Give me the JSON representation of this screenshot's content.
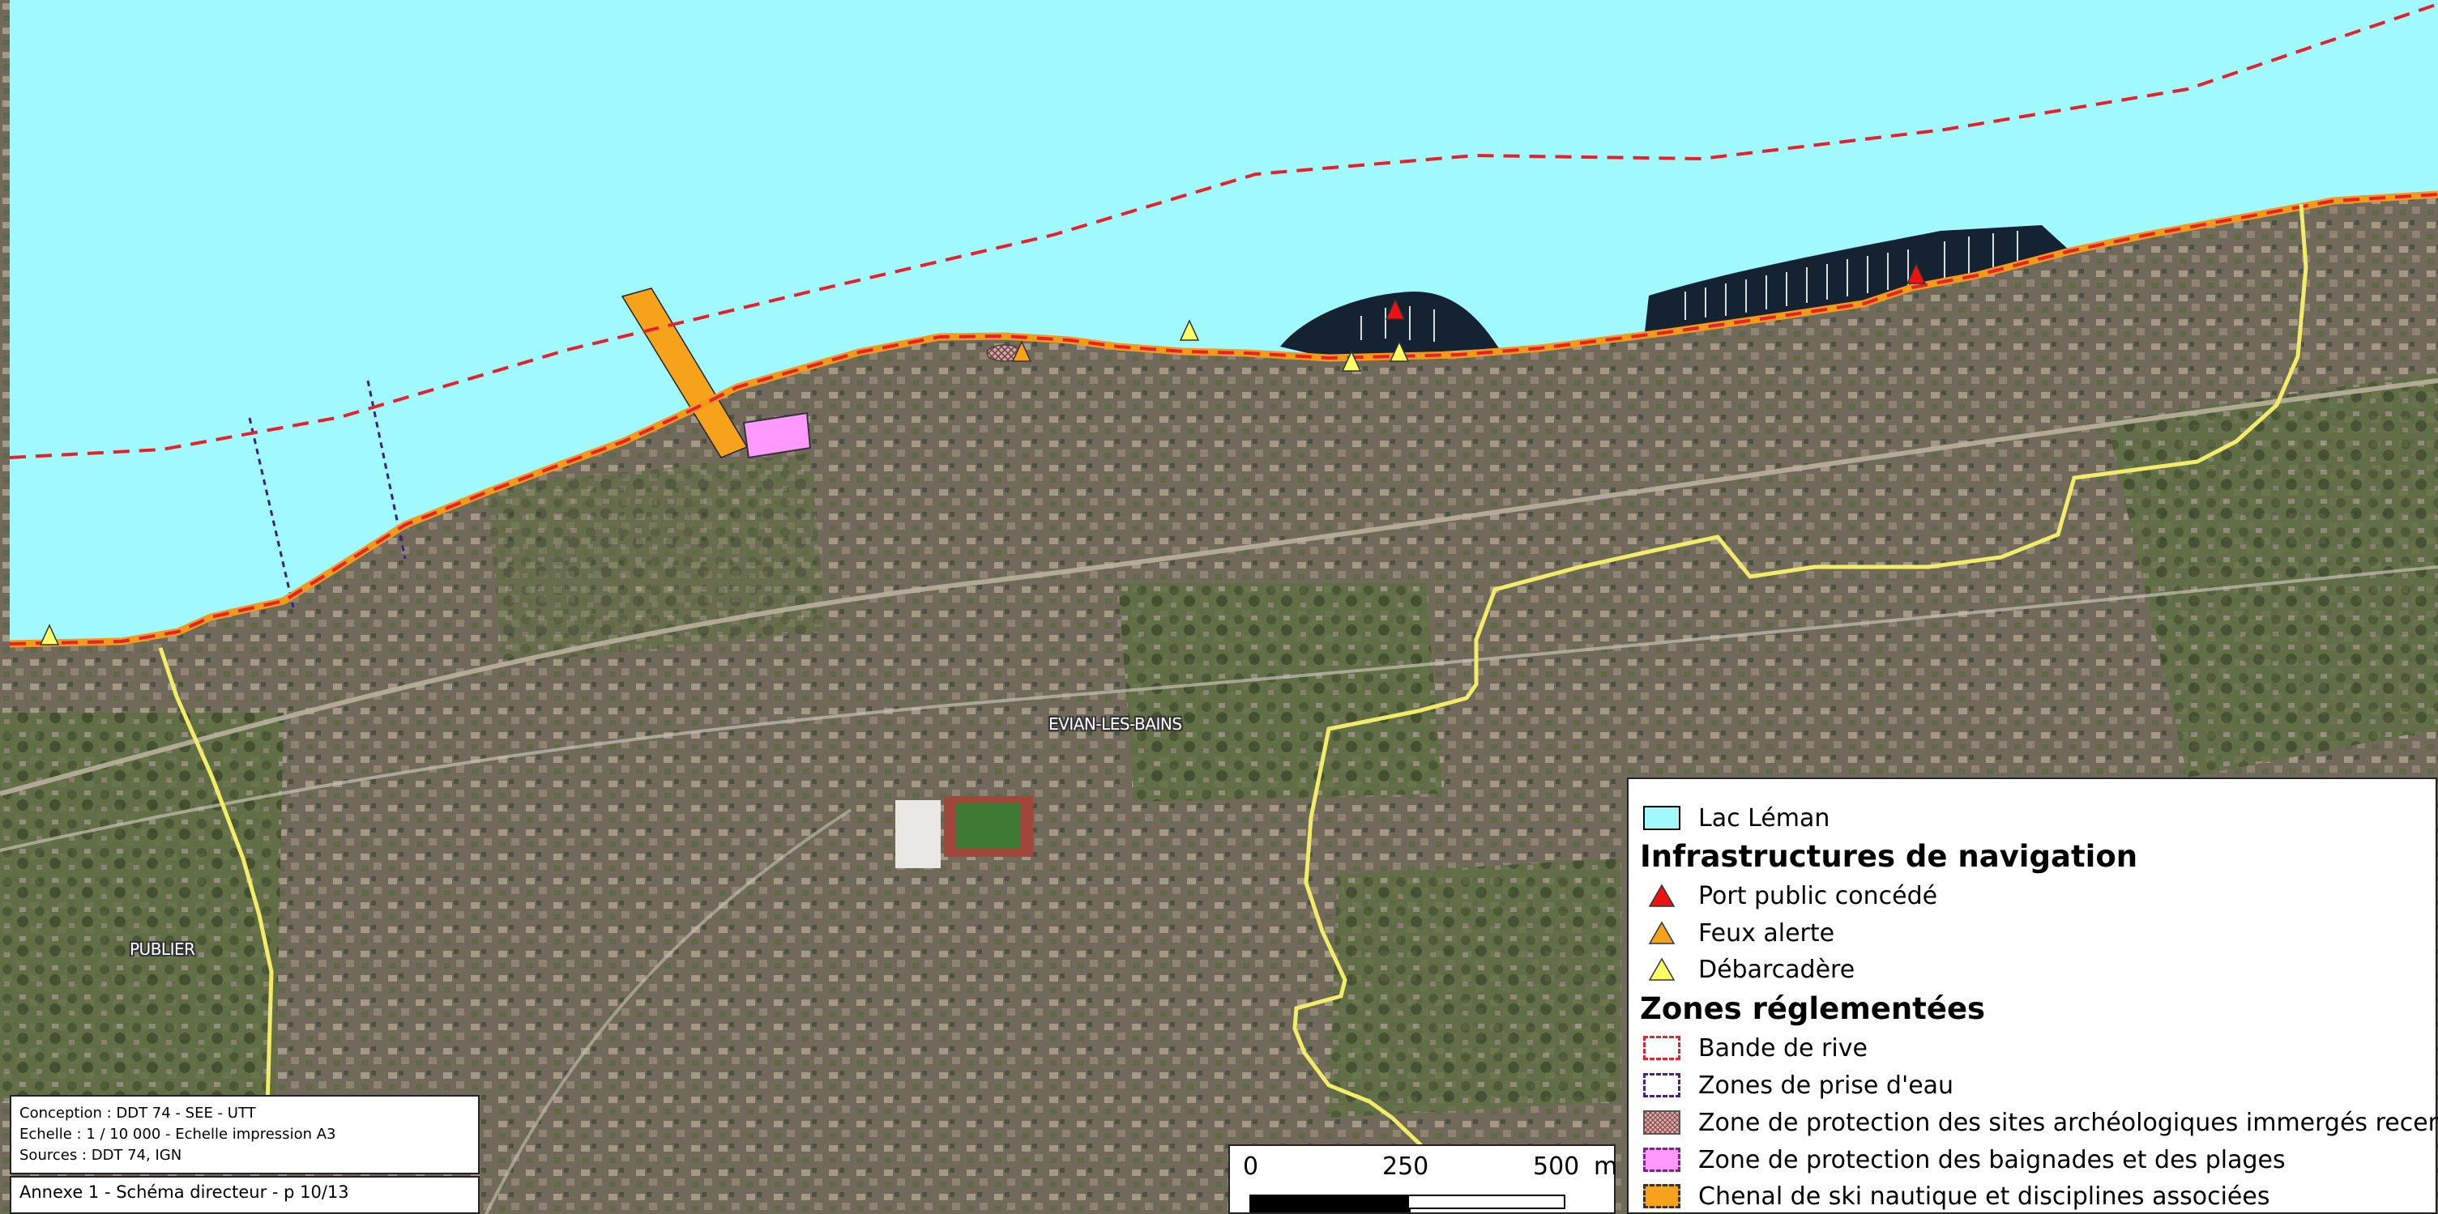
{
  "places": {
    "evian": "EVIAN-LES-BAINS",
    "publier": "PUBLIER"
  },
  "credits": {
    "line1": "Conception : DDT 74 - SEE - UTT",
    "line2": "Echelle : 1 / 10 000 - Echelle impression A3",
    "line3": "Sources : DDT 74, IGN"
  },
  "annex": "Annexe 1 - Schéma directeur - p 10/13",
  "scale": {
    "t0": "0",
    "t250": "250",
    "t500": "500",
    "unit": "m"
  },
  "legend": {
    "lac": "Lac Léman",
    "section_infra": "Infrastructures de navigation",
    "port": "Port public concédé",
    "feux": "Feux alerte",
    "debarcadere": "Débarcadère",
    "section_zones": "Zones réglementées",
    "bande": "Bande de rive",
    "prise": "Zones de prise d'eau",
    "archeo": "Zone de protection des sites archéologiques immergés recensés",
    "baignade": "Zone de protection des baignades et des plages",
    "chenal": "Chenal de ski nautique et disciplines associées"
  },
  "colors": {
    "lake": "#9ff9ff",
    "land": "#6c6656",
    "bande_de_rive": "#e8202a",
    "prise_eau": "#4b1e8c",
    "baignade": "#ff99ff",
    "chenal": "#f7a21b",
    "port_public": "#ee1111",
    "feux_alerte": "#f7a21b",
    "debarcadere": "#ffff66",
    "commune_boundary": "#f3ec6a",
    "harbour": "#152231"
  }
}
